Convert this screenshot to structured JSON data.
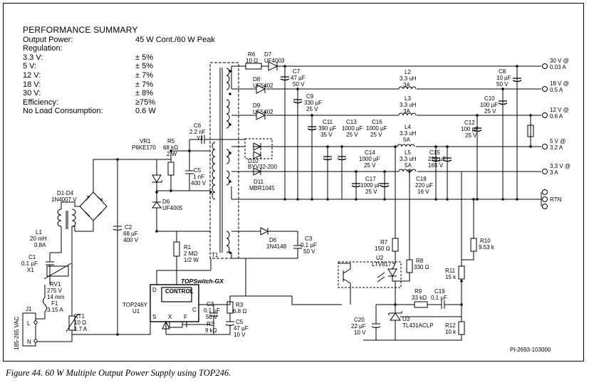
{
  "summary": {
    "title": "PERFORMANCE SUMMARY",
    "rows": [
      {
        "label": "Output Power:",
        "value": "45 W Cont./60 W Peak"
      },
      {
        "label": "Regulation:",
        "value": ""
      },
      {
        "label": "3.3 V:",
        "value": "± 5%"
      },
      {
        "label": "5 V:",
        "value": "± 5%"
      },
      {
        "label": "12 V:",
        "value": "± 7%"
      },
      {
        "label": "18 V:",
        "value": "± 7%"
      },
      {
        "label": "30 V:",
        "value": "± 8%"
      },
      {
        "label": "Efficiency:",
        "value": "≥75%"
      },
      {
        "label": "No Load Consumption:",
        "value": "0.6 W"
      }
    ]
  },
  "outputs": [
    {
      "name": "30v-output",
      "lines": [
        "30 V @",
        "0.03 A"
      ]
    },
    {
      "name": "18v-output",
      "lines": [
        "18 V @",
        "0.5 A"
      ]
    },
    {
      "name": "12v-output",
      "lines": [
        "12 V @",
        "0.6 A"
      ]
    },
    {
      "name": "5v-output",
      "lines": [
        "5 V @",
        "3.2 A"
      ]
    },
    {
      "name": "3v3-output",
      "lines": [
        "3.3 V @",
        "3 A"
      ]
    },
    {
      "name": "rtn-output",
      "lines": [
        "RTN"
      ]
    }
  ],
  "components": [
    {
      "name": "r6-label",
      "lines": [
        "R6",
        "10 Ω"
      ]
    },
    {
      "name": "d7-label",
      "lines": [
        "D7",
        "UF4003"
      ]
    },
    {
      "name": "c7-label",
      "lines": [
        "C7",
        "47 µF",
        "50 V"
      ]
    },
    {
      "name": "d8-label",
      "lines": [
        "D8",
        "UF5402"
      ]
    },
    {
      "name": "d9-label",
      "lines": [
        "D9",
        "UF5402"
      ]
    },
    {
      "name": "c9-label",
      "lines": [
        "C9",
        "330 µF",
        "25 V"
      ]
    },
    {
      "name": "l2-label",
      "lines": [
        "L2",
        "3.3 uH",
        "3A"
      ]
    },
    {
      "name": "l3-label",
      "lines": [
        "L3",
        "3.3 uH",
        "3A"
      ]
    },
    {
      "name": "c8-label",
      "lines": [
        "C8",
        "10 µF",
        "50 V"
      ]
    },
    {
      "name": "c10-label",
      "lines": [
        "C10",
        "100 µF",
        "25 V"
      ]
    },
    {
      "name": "c11-label",
      "lines": [
        "C11",
        "390 µF",
        "35 V"
      ]
    },
    {
      "name": "c13-label",
      "lines": [
        "C13",
        "1000 µF",
        "25 V"
      ]
    },
    {
      "name": "c16-label",
      "lines": [
        "C16",
        "1000 µF",
        "25 V"
      ]
    },
    {
      "name": "l4-label",
      "lines": [
        "L4",
        "3.3 uH",
        "5A"
      ]
    },
    {
      "name": "c12-label",
      "lines": [
        "C12",
        "100 µF",
        "25 V"
      ]
    },
    {
      "name": "c14-label",
      "lines": [
        "C14",
        "1000 µF",
        "25 V"
      ]
    },
    {
      "name": "l5-label",
      "lines": [
        "L5",
        "3.3 uH",
        "5A"
      ]
    },
    {
      "name": "c15-label",
      "lines": [
        "C15",
        "220 µF",
        "165 V"
      ]
    },
    {
      "name": "c17-label",
      "lines": [
        "C17",
        "1000 µF",
        "25 V"
      ]
    },
    {
      "name": "c18-label",
      "lines": [
        "C18",
        "220 µF",
        "16 V"
      ]
    },
    {
      "name": "d10-label",
      "lines": [
        "D10",
        "BYV32-200"
      ]
    },
    {
      "name": "d11-label",
      "lines": [
        "D11",
        "MBR1045"
      ]
    },
    {
      "name": "c6-label",
      "lines": [
        "C6",
        "2.2 nF",
        "Y1"
      ]
    },
    {
      "name": "vr1-label",
      "lines": [
        "VR1",
        "P6KE170"
      ]
    },
    {
      "name": "r5-label",
      "lines": [
        "R5",
        "68 kΩ",
        "2 W"
      ]
    },
    {
      "name": "c5-label",
      "lines": [
        "C5",
        "1 nF",
        "400 V"
      ]
    },
    {
      "name": "d6-left-label",
      "lines": [
        "D6",
        "UF4005"
      ]
    },
    {
      "name": "d1d4-label",
      "lines": [
        "D1-D4",
        "1N4007 V"
      ]
    },
    {
      "name": "l1-label",
      "lines": [
        "L1",
        "20 mH",
        "0.8A"
      ]
    },
    {
      "name": "c2-label",
      "lines": [
        "C2",
        "68 µF",
        "400 V"
      ]
    },
    {
      "name": "c1-label",
      "lines": [
        "C1",
        "0.1 µF",
        "X1"
      ]
    },
    {
      "name": "rv1-label",
      "lines": [
        "RV1",
        "275 V",
        "14 mm"
      ]
    },
    {
      "name": "f1-label",
      "lines": [
        "F1",
        "3.15 A"
      ]
    },
    {
      "name": "rt1-label",
      "lines": [
        "RT1",
        "10 Ω",
        "1.7 A"
      ]
    },
    {
      "name": "r1-label",
      "lines": [
        "R1",
        "2 MΩ",
        "1/2 W"
      ]
    },
    {
      "name": "u1-label",
      "lines": [
        "TOP246Y",
        "U1"
      ]
    },
    {
      "name": "c3-left-label",
      "lines": [
        "C3",
        "0.1 µF",
        "50 V"
      ]
    },
    {
      "name": "r3-label",
      "lines": [
        "R3",
        "6.8 Ω"
      ]
    },
    {
      "name": "r2-label",
      "lines": [
        "R2",
        "9 kΩ"
      ]
    },
    {
      "name": "c5-bottom-label",
      "lines": [
        "C5",
        "47 µF",
        "10 V"
      ]
    },
    {
      "name": "d6-right-label",
      "lines": [
        "D6",
        "1N4148"
      ]
    },
    {
      "name": "c3-right-label",
      "lines": [
        "C3",
        "0.1 µF",
        "50 V"
      ]
    },
    {
      "name": "r7-label",
      "lines": [
        "R7",
        "150 Ω"
      ]
    },
    {
      "name": "u2-label",
      "lines": [
        "U2",
        "LTV817"
      ]
    },
    {
      "name": "r8-label",
      "lines": [
        "R8",
        "330 Ω"
      ]
    },
    {
      "name": "r10-label",
      "lines": [
        "R10",
        "9.53 k"
      ]
    },
    {
      "name": "r11-label",
      "lines": [
        "R11",
        "15 k"
      ]
    },
    {
      "name": "r9-label",
      "lines": [
        "R9",
        "33 kΩ"
      ]
    },
    {
      "name": "c19-label",
      "lines": [
        "C19",
        "0.1 µF"
      ]
    },
    {
      "name": "c20-label",
      "lines": [
        "C20",
        "22 µF",
        "10 V"
      ]
    },
    {
      "name": "u3-label",
      "lines": [
        "U3",
        "TL431ACLP"
      ]
    },
    {
      "name": "r12-label",
      "lines": [
        "R12",
        "10 k"
      ]
    },
    {
      "name": "j1-label",
      "lines": [
        "J1"
      ]
    },
    {
      "name": "t1-label",
      "lines": [
        "T1"
      ]
    }
  ],
  "chip_brand": "TOPSwitch-GX",
  "control_label": "CONTROL",
  "pins": [
    "D",
    "S",
    "X",
    "F",
    "C"
  ],
  "connector_pins": [
    "L",
    "N"
  ],
  "input_label": "185-265 VAC",
  "pi_ref": "PI-2693-103000",
  "caption": "Figure 44.  60 W Multiple Output Power Supply using TOP246."
}
